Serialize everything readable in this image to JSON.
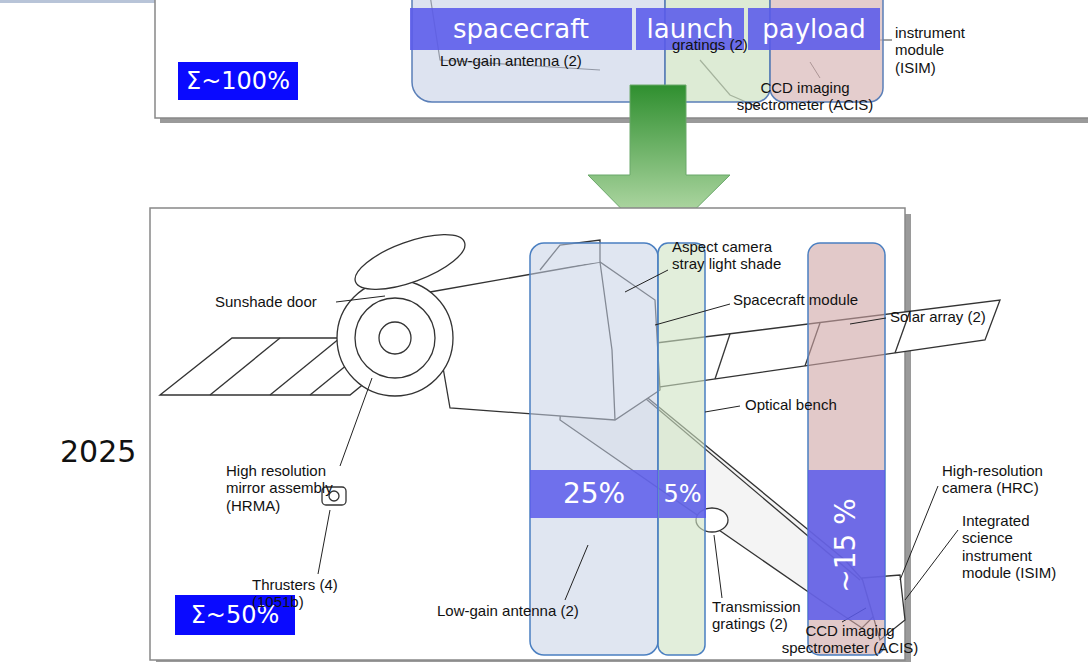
{
  "diagram": {
    "nodes": [
      {
        "text": [
          "Σ~100%"
        ]
      },
      {
        "text": [
          "spacecraft"
        ]
      },
      {
        "text": [
          "launch"
        ]
      },
      {
        "text": [
          "payload"
        ]
      },
      {
        "text": [
          "25%"
        ]
      },
      {
        "text": [
          "5%"
        ]
      },
      {
        "text": [
          "~15 %"
        ]
      },
      {
        "text": [
          "Σ~50%"
        ]
      }
    ],
    "labels": [
      "Low-gain antenna (2)",
      "gratings (2)",
      "CCD imaging spectrometer (ACIS)",
      "instrument module (ISIM)",
      "2025",
      "Sunshade door",
      "Aspect camera stray light shade",
      "Spacecraft module",
      "Solar array (2)",
      "Optical bench",
      "High resolution mirror assembly (HRMA)",
      "Thrusters (4) (1051b)",
      "High-resolution camera (HRC)",
      "Integrated science instrument module (ISIM)",
      "Transmission gratings (2)",
      "Low-gain antenna (2)",
      "CCD imaging spectrometer (ACIS)"
    ]
  }
}
